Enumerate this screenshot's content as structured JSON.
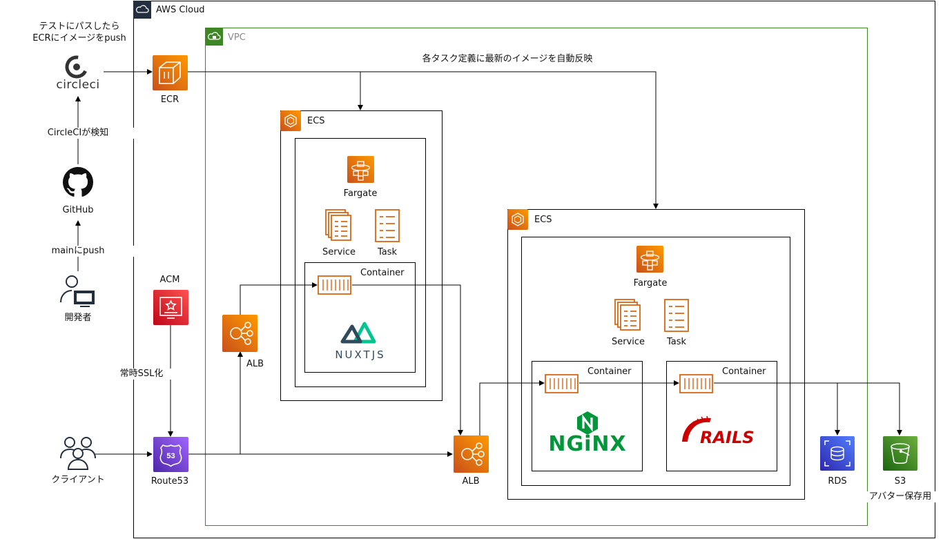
{
  "groups": {
    "aws_cloud": "AWS Cloud",
    "vpc": "VPC",
    "ecs_front": "ECS",
    "ecs_back": "ECS"
  },
  "nodes": {
    "circleci": "circleci",
    "github": "GitHub",
    "developer": "開発者",
    "client": "クライアント",
    "ecr": "ECR",
    "acm": "ACM",
    "route53": "Route53",
    "alb_front": "ALB",
    "alb_back": "ALB",
    "fargate_front": "Fargate",
    "service_front": "Service",
    "task_front": "Task",
    "container_front": "Container",
    "nuxt_logo": "NUXTJS",
    "fargate_back": "Fargate",
    "service_back": "Service",
    "task_back": "Task",
    "container_nginx": "Container",
    "container_rails": "Container",
    "nginx_logo": "NGiNX",
    "rails_logo": "RAILS",
    "rds": "RDS",
    "s3": "S3",
    "s3_caption": "アバター保存用",
    "route53_badge": "53"
  },
  "edge_labels": {
    "push_ecr_line1": "テストにパスしたら",
    "push_ecr_line2": "ECRにイメージをpush",
    "circleci_detect": "CircleCIが検知",
    "main_push": "mainにpush",
    "auto_deploy": "各タスク定義に最新のイメージを自動反映",
    "ssl": "常時SSL化"
  },
  "colors": {
    "compute": "#ed7100",
    "network": "#8c4fff",
    "security": "#dd344c",
    "database": "#3b48cc",
    "storage": "#3f8624",
    "vpc_border": "#3f8624"
  }
}
